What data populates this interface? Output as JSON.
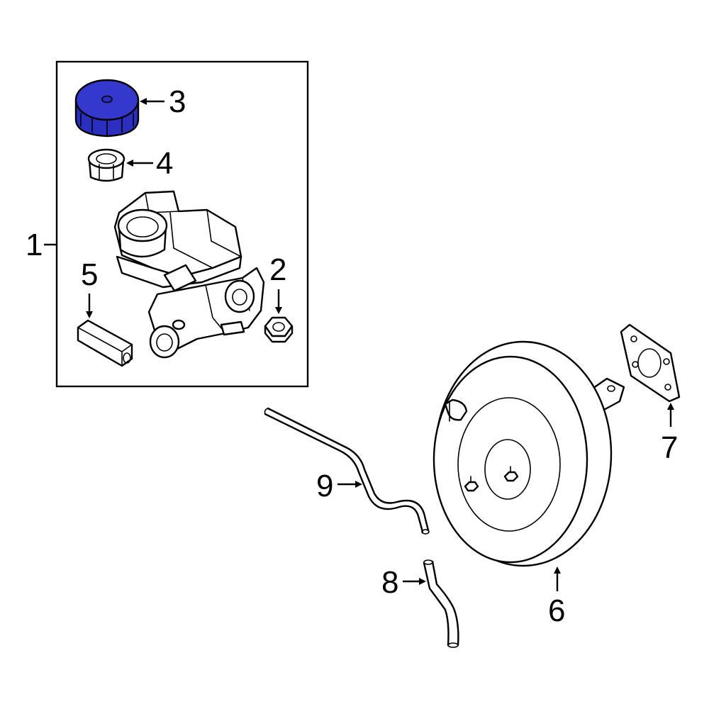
{
  "callouts": {
    "c1": "1",
    "c2": "2",
    "c3": "3",
    "c4": "4",
    "c5": "5",
    "c6": "6",
    "c7": "7",
    "c8": "8",
    "c9": "9"
  },
  "highlight": {
    "part": "3",
    "color": "#2b2fbf"
  }
}
